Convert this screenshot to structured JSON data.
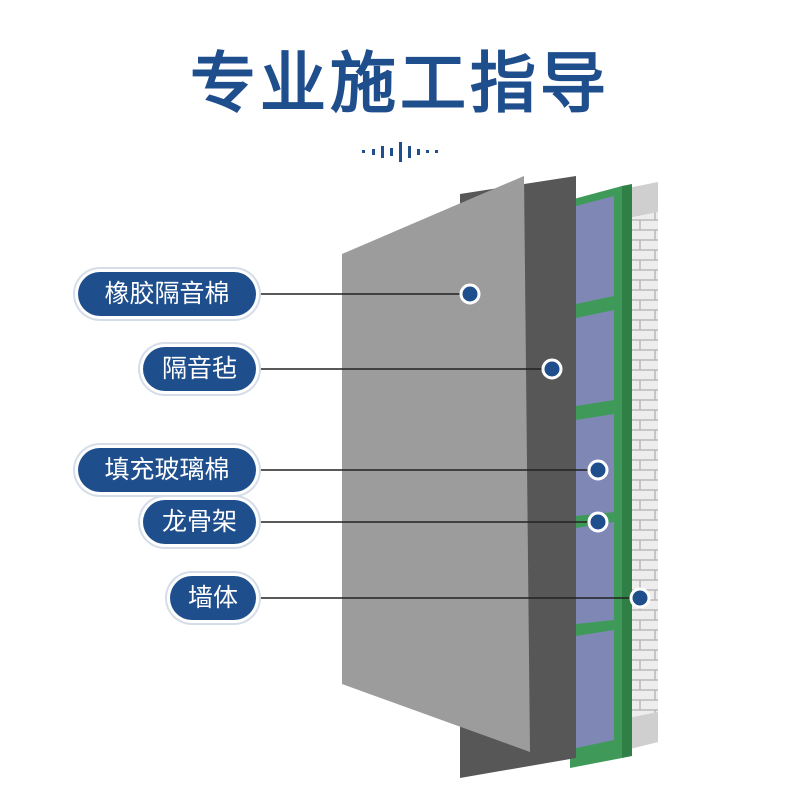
{
  "title": "专业施工指导",
  "layers": [
    {
      "id": "rubber",
      "label": "橡胶隔音棉"
    },
    {
      "id": "felt",
      "label": "隔音毡"
    },
    {
      "id": "glasswool",
      "label": "填充玻璃棉"
    },
    {
      "id": "keel",
      "label": "龙骨架"
    },
    {
      "id": "wall",
      "label": "墙体"
    }
  ],
  "colors": {
    "accent": "#1f4e8c",
    "rubber_panel": "#9b9b9b",
    "felt_panel": "#555555",
    "glass_wool": "#8088b4",
    "keel_frame": "#3f9a5a",
    "wall_brick": "#e4e4e4"
  }
}
